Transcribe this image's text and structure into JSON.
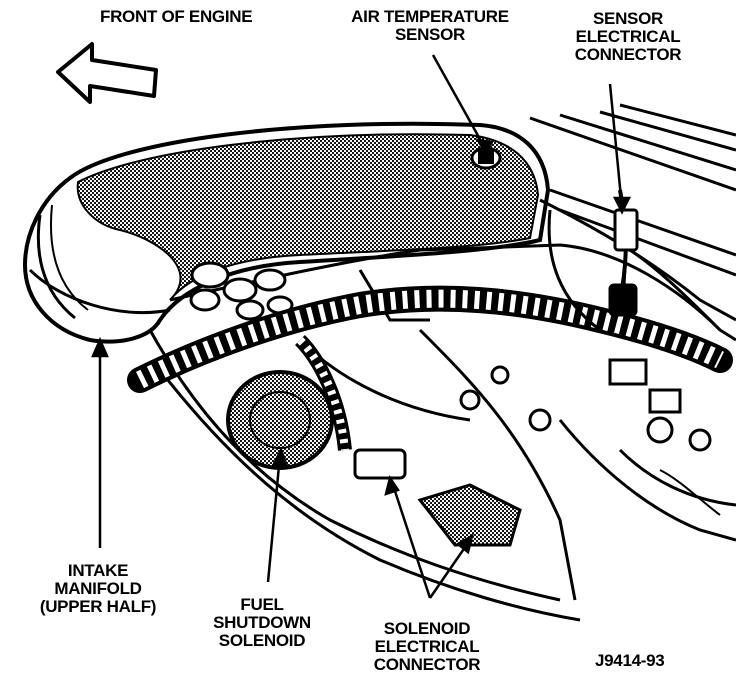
{
  "labels": {
    "front_of_engine": "FRONT OF ENGINE",
    "air_temp_sensor": [
      "AIR TEMPERATURE",
      "SENSOR"
    ],
    "sensor_connector": [
      "SENSOR",
      "ELECTRICAL",
      "CONNECTOR"
    ],
    "intake_manifold": [
      "INTAKE",
      "MANIFOLD",
      "(UPPER HALF)"
    ],
    "fuel_solenoid": [
      "FUEL",
      "SHUTDOWN",
      "SOLENOID"
    ],
    "solenoid_connector": [
      "SOLENOID",
      "ELECTRICAL",
      "CONNECTOR"
    ],
    "figure_id": "J9414-93"
  },
  "colors": {
    "ink": "#000000",
    "paper": "#ffffff",
    "shade": "#3a3a3a"
  }
}
